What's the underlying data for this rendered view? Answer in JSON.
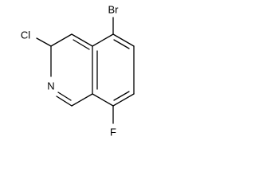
{
  "molecule": {
    "atoms": {
      "bromine": "Br",
      "chlorine": "Cl",
      "nitrogen": "N",
      "fluorine": "F"
    }
  }
}
